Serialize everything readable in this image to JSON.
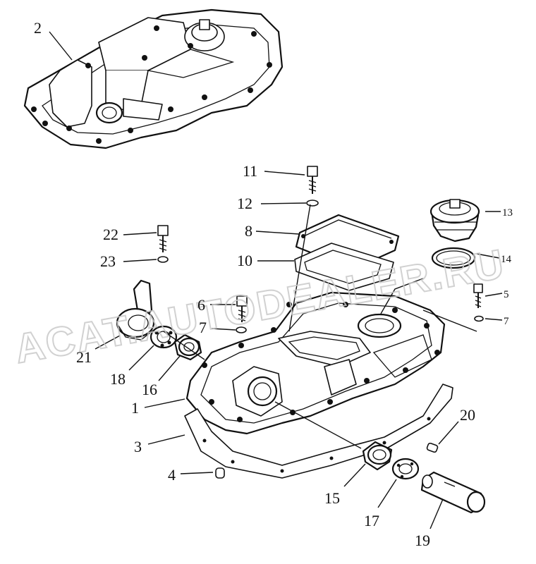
{
  "watermark": "ACAT.AUTODEALER.RU",
  "callouts": {
    "c1": "1",
    "c2": "2",
    "c3": "3",
    "c4": "4",
    "c5": "5",
    "c6": "6",
    "c7a": "7",
    "c7b": "7",
    "c8": "8",
    "c10": "10",
    "c11": "11",
    "c12": "12",
    "c13": "13",
    "c14": "14",
    "c15": "15",
    "c16": "16",
    "c17": "17",
    "c18": "18",
    "c19": "19",
    "c20": "20",
    "c21": "21",
    "c22": "22",
    "c23": "23"
  }
}
